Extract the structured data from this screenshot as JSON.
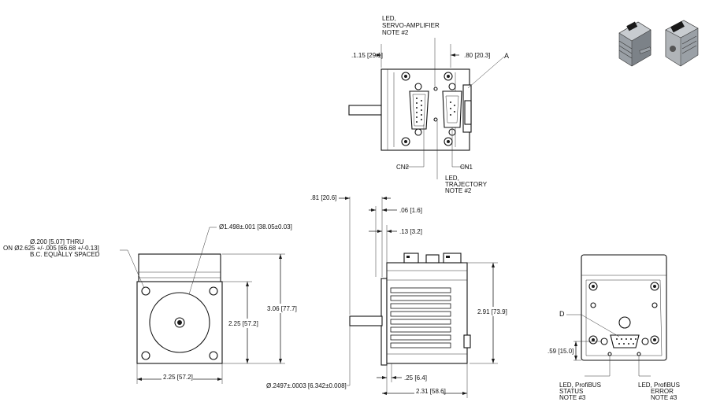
{
  "top_view": {
    "callout_led_servo": [
      "LED,",
      "SERVO-AMPLIFIER",
      "NOTE #2"
    ],
    "dim_left": ".1.15 [29.1]",
    "dim_right": ".80 [20.3]",
    "label_a": "A",
    "label_cn2": "CN2",
    "label_cn1": "CN1",
    "callout_led_traj": [
      "LED,",
      "TRAJECTORY",
      "NOTE #2"
    ]
  },
  "front_view": {
    "hole_callout": [
      "Ø.200 [5.07] THRU",
      "ON Ø2.625 +/-.005 [66.68 +/-0.13]",
      "B.C. EQUALLY SPACED"
    ],
    "pilot_dim": "Ø1.498±.001 [38.05±0.03]",
    "height_total": "3.06 [77.7]",
    "height_flange": "2.25 [57.2]",
    "width": "2.25 [57.2]"
  },
  "side_view": {
    "dim_shaft_len": ".81 [20.6]",
    "dim_06": ".06 [1.6]",
    "dim_13": ".13 [3.2]",
    "dim_height": "2.91 [73.9]",
    "dim_25": ".25 [6.4]",
    "dim_length": "2.31 [58.6]",
    "dim_shaft_dia": "Ø.2497±.0003 [6.342±0.008]"
  },
  "rear_view": {
    "label_d": "D",
    "dim_59": ".59 [15.0]",
    "led_status": [
      "LED, ProfiBUS",
      "STATUS",
      "NOTE #3"
    ],
    "led_error": [
      "LED, ProfiBUS",
      "ERROR",
      "NOTE #3"
    ]
  }
}
